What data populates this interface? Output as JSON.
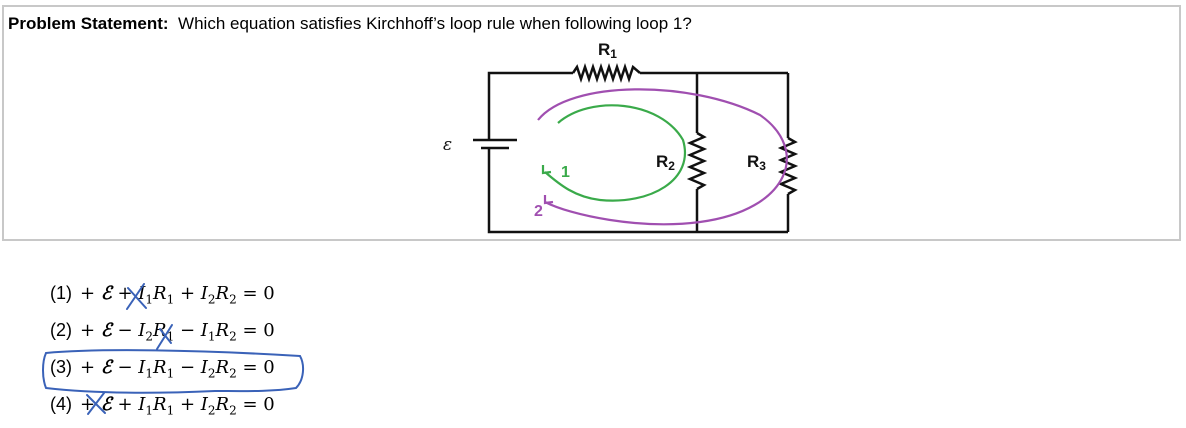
{
  "problem": {
    "label": "Problem Statement:",
    "question": "Which equation satisfies Kirchhoff’s loop rule when following loop 1?"
  },
  "circuit": {
    "emf_label": "ε",
    "r1_label": "R",
    "r1_sub": "1",
    "r2_label": "R",
    "r2_sub": "2",
    "r3_label": "R",
    "r3_sub": "3",
    "loop1_label": "1",
    "loop2_label": "2",
    "loop1_color": "#3aaa4a",
    "loop2_color": "#a04fb0"
  },
  "annotation_color": "#3a62b8",
  "equations": [
    {
      "number": "(1)",
      "tokens": [
        "+ ",
        "ℰ",
        " + ",
        "I",
        "1",
        "R",
        "1",
        " + ",
        "I",
        "2",
        "R",
        "2",
        " = 0"
      ]
    },
    {
      "number": "(2)",
      "tokens": [
        "+ ",
        "ℰ",
        " − ",
        "I",
        "2",
        "R",
        "1",
        " − ",
        "I",
        "1",
        "R",
        "2",
        " = 0"
      ]
    },
    {
      "number": "(3)",
      "tokens": [
        "+ ",
        "ℰ",
        " − ",
        "I",
        "1",
        "R",
        "1",
        " − ",
        "I",
        "2",
        "R",
        "2",
        " = 0"
      ]
    },
    {
      "number": "(4)",
      "tokens": [
        "+ ",
        "ℰ",
        " + ",
        "I",
        "1",
        "R",
        "1",
        " + ",
        "I",
        "2",
        "R",
        "2",
        " = 0"
      ]
    }
  ]
}
